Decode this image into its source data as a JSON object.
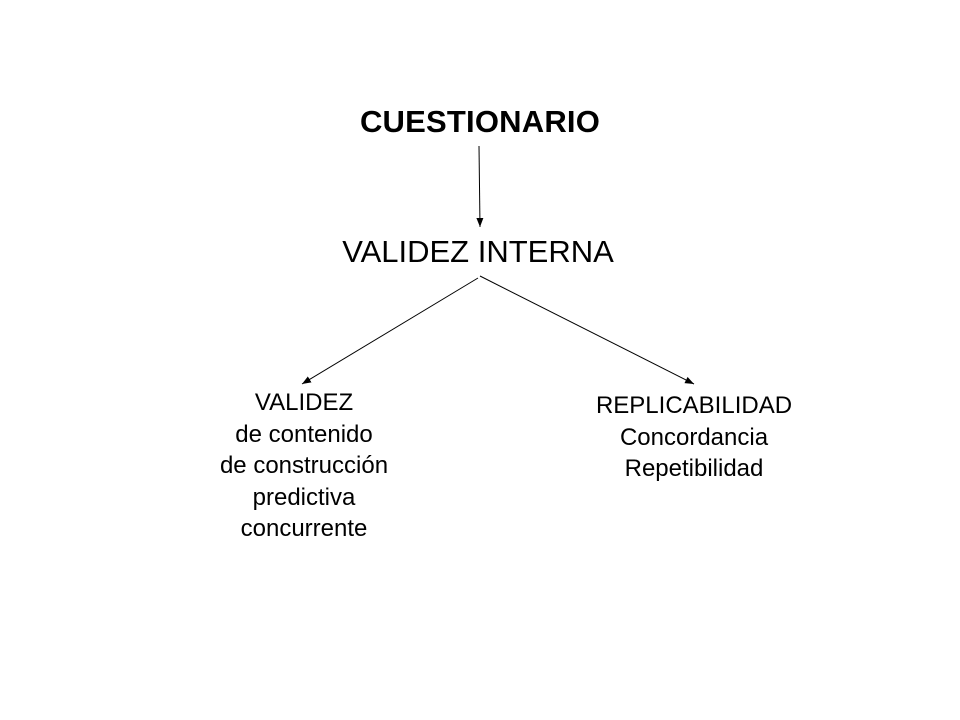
{
  "diagram": {
    "root": {
      "label": "CUESTIONARIO"
    },
    "middle": {
      "label": "VALIDEZ INTERNA"
    },
    "left": {
      "lines": [
        "VALIDEZ",
        "de contenido",
        "de construcción",
        "predictiva",
        "concurrente"
      ]
    },
    "right": {
      "lines": [
        "REPLICABILIDAD",
        "Concordancia",
        "Repetibilidad"
      ]
    },
    "edges": [
      {
        "from": "root",
        "to": "middle"
      },
      {
        "from": "middle",
        "to": "left"
      },
      {
        "from": "middle",
        "to": "right"
      }
    ],
    "line_color": "#000000"
  }
}
